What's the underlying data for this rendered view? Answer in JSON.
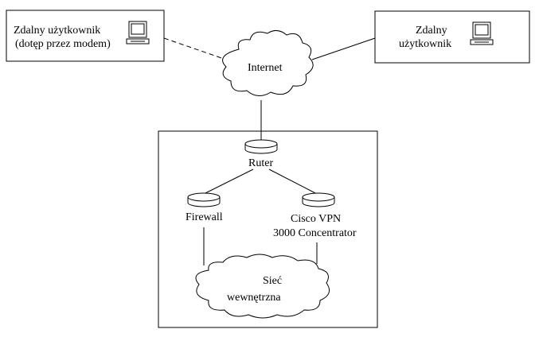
{
  "nodes": {
    "remote_user_modem": {
      "line1": "Zdalny użytkownik",
      "line2": "(dotęp przez modem)"
    },
    "remote_user": {
      "line1": "Zdalny",
      "line2": "użytkownik"
    },
    "internet": {
      "label": "Internet"
    },
    "router": {
      "label": "Ruter"
    },
    "firewall": {
      "label": "Firewall"
    },
    "vpn": {
      "line1": "Cisco VPN",
      "line2": "3000 Concentrator"
    },
    "internal_net": {
      "line1": "Sieć",
      "line2": "wewnętrzna"
    }
  },
  "colors": {
    "line": "#000000",
    "background": "#ffffff"
  }
}
